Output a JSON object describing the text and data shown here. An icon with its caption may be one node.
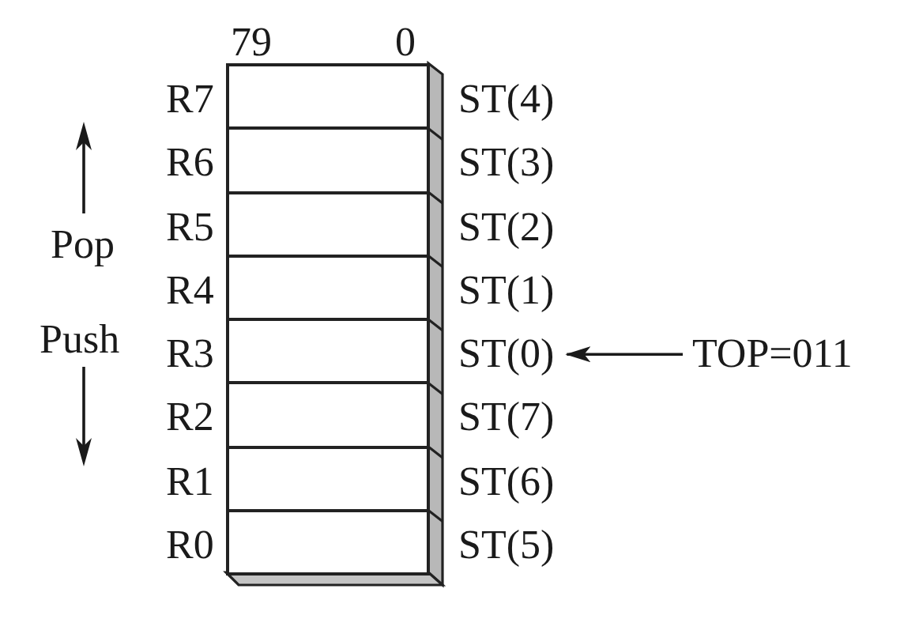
{
  "diagram": {
    "nodes": [
      {
        "text": [],
        "shape": "box",
        "beside": [
          "R7"
        ]
      },
      {
        "text": [],
        "shape": "box",
        "beside": [
          "R6"
        ]
      },
      {
        "text": [],
        "shape": "box",
        "beside": [
          "R5"
        ]
      },
      {
        "text": [],
        "shape": "box",
        "beside": [
          "R4"
        ]
      },
      {
        "text": [],
        "shape": "box",
        "beside": [
          "R3"
        ]
      },
      {
        "text": [],
        "shape": "box",
        "beside": [
          "R2"
        ]
      },
      {
        "text": [],
        "shape": "box",
        "beside": [
          "R1"
        ]
      },
      {
        "text": [],
        "shape": "box",
        "beside": [
          "R0"
        ]
      },
      {
        "text": [
          "ST(4)"
        ]
      },
      {
        "text": [
          "ST(3)"
        ]
      },
      {
        "text": [
          "ST(2)"
        ]
      },
      {
        "text": [
          "ST(1)"
        ]
      },
      {
        "text": [
          "ST(0)"
        ]
      },
      {
        "text": [
          "ST(7)"
        ]
      },
      {
        "text": [
          "ST(6)"
        ]
      },
      {
        "text": [
          "ST(5)"
        ]
      },
      {
        "text": [
          "TOP=011"
        ]
      }
    ],
    "edges": [
      {
        "from": 16,
        "to": 12,
        "arrow": "to"
      }
    ],
    "labels": [
      "79",
      "0",
      "Pop",
      "Push"
    ]
  }
}
